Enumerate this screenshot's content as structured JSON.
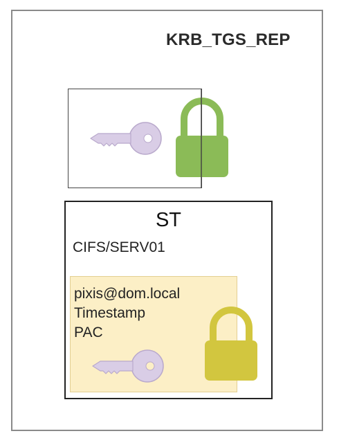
{
  "title": "KRB_TGS_REP",
  "service_ticket": {
    "label": "ST",
    "service": "CIFS/SERV01",
    "encrypted_fields": [
      "pixis@dom.local",
      "Timestamp",
      "PAC"
    ]
  },
  "icons": {
    "session_key": "key-icon",
    "session_lock": "padlock-icon",
    "service_key": "key-icon",
    "service_lock": "padlock-icon"
  },
  "colors": {
    "key": "#d9cde6",
    "session_lock": "#8bbb57",
    "service_lock": "#d2c63f",
    "encrypted_bg": "#fcefc6"
  }
}
